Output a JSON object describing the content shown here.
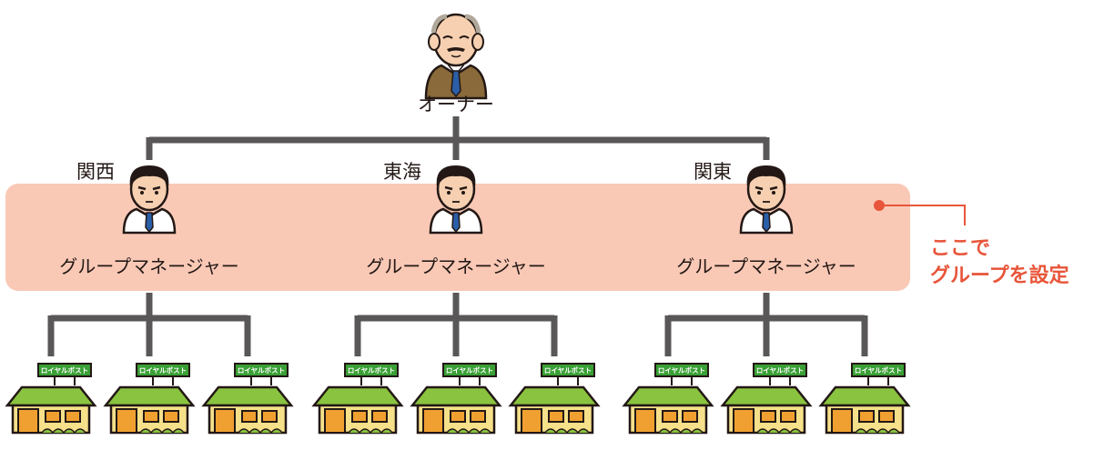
{
  "owner": {
    "label": "オーナー"
  },
  "regions": [
    {
      "region": "関西",
      "role": "グループマネージャー",
      "stores": [
        "ロイヤルポスト",
        "ロイヤルポスト",
        "ロイヤルポスト"
      ]
    },
    {
      "region": "東海",
      "role": "グループマネージャー",
      "stores": [
        "ロイヤルポスト",
        "ロイヤルポスト",
        "ロイヤルポスト"
      ]
    },
    {
      "region": "関東",
      "role": "グループマネージャー",
      "stores": [
        "ロイヤルポスト",
        "ロイヤルポスト",
        "ロイヤルポスト"
      ]
    }
  ],
  "callout": {
    "line1": "ここで",
    "line2": "グループを設定"
  },
  "colors": {
    "group_band": "#f9c9b6",
    "callout": "#e8553a",
    "connector": "#595757",
    "roof": "#8ac33f",
    "wall": "#f6e08a",
    "door": "#f0a030",
    "sign": "#3aa035"
  },
  "icons": {
    "owner": "owner-person-icon",
    "manager": "manager-person-icon",
    "store": "store-building-icon"
  }
}
